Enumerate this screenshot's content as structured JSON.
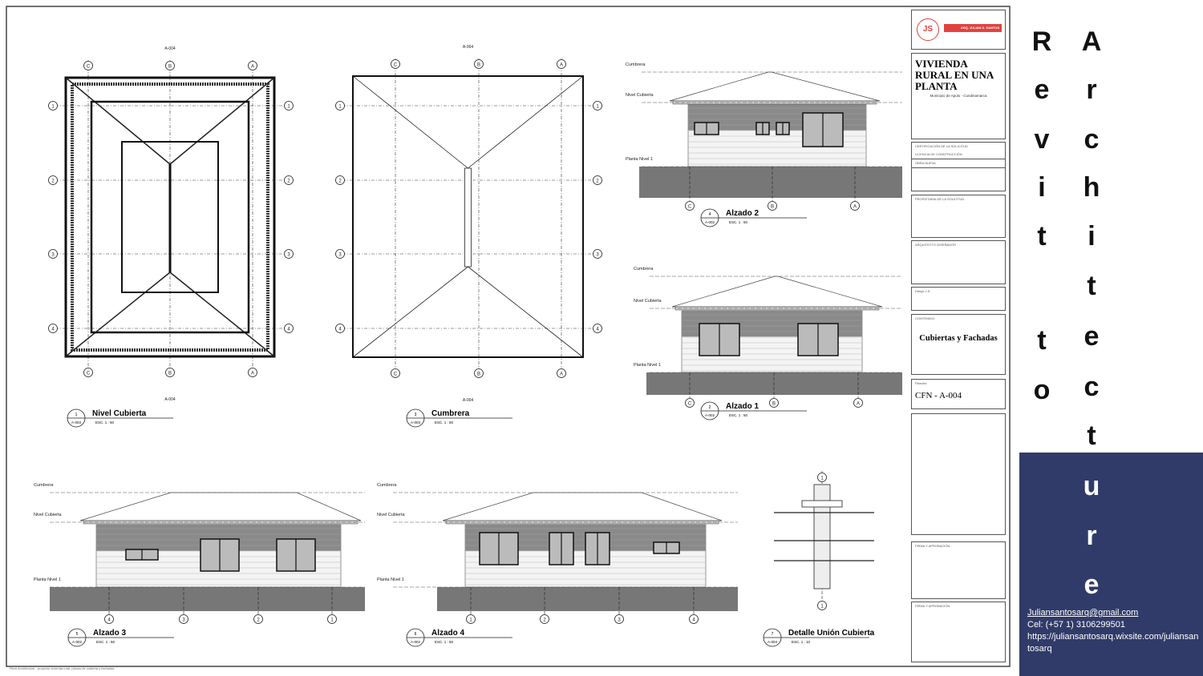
{
  "sheet": {
    "footer_note": "Revit Architecture - proyecto vivienda rural, planos de cubierta y fachadas",
    "views": [
      {
        "id": "nivel-cubierta",
        "title": "Nivel Cubierta",
        "scale": "ESC. 1 : 50",
        "number": "1",
        "sheet_ref": "A-003"
      },
      {
        "id": "cumbrera",
        "title": "Cumbrera",
        "scale": "ESC. 1 : 50",
        "number": "3",
        "sheet_ref": "A-003"
      },
      {
        "id": "alzado-2",
        "title": "Alzado 2",
        "scale": "ESC. 1 : 50",
        "number": "4",
        "sheet_ref": "A-002"
      },
      {
        "id": "alzado-1",
        "title": "Alzado 1",
        "scale": "ESC. 1 : 50",
        "number": "2",
        "sheet_ref": "A-002"
      },
      {
        "id": "alzado-3",
        "title": "Alzado 3",
        "scale": "ESC. 1 : 50",
        "number": "5",
        "sheet_ref": "A-002"
      },
      {
        "id": "alzado-4",
        "title": "Alzado 4",
        "scale": "ESC. 1 : 50",
        "number": "6",
        "sheet_ref": "A-002"
      },
      {
        "id": "detalle",
        "title": "Detalle Unión Cubierta",
        "scale": "ESC. 1 : 10",
        "number": "7",
        "sheet_ref": "A-004"
      }
    ],
    "levels": {
      "ridge": "Cumbrera",
      "roof": "Nivel Cubierta",
      "floor": "Planta Nivel 1"
    },
    "grid_letters": [
      "C",
      "B",
      "A"
    ],
    "grid_numbers": [
      "1",
      "2",
      "3",
      "4"
    ],
    "section_ref": "A-004"
  },
  "title_block": {
    "logo_initials": "JS",
    "firm_name": "ARQ. JULIAN S. SANTOS",
    "project_title": "VIVIENDA RURAL EN UNA PLANTA",
    "location": "Municipio de Apulo - Cundinamarca",
    "certification_header": "CERTIFICACIÓN DE LA SOLICITUD",
    "license_type": "LICENCIA DE CONSTRUCCIÓN",
    "modality": "OBRA NUEVA",
    "owner_header": "PROPIETARIA DE LA SOLICITUD",
    "architect_header": "ARQUITECTO DISEÑADOR",
    "drawn_by_label": "Dibujó",
    "drawn_by": "J.S.",
    "content_header": "CONTENIDO",
    "content": "Cubiertas y Fachadas",
    "sheet_header": "Plancha",
    "sheet_number": "CFN - A-004",
    "signature_header_1": "FIRMA Y APROBACIÓN",
    "signature_header_2": "FIRMA Y APROBACIÓN"
  },
  "banner": {
    "word1": [
      "R",
      "e",
      "v",
      "i",
      "t",
      "t",
      "o"
    ],
    "word2": [
      "A",
      "r",
      "c",
      "h",
      "i",
      "t",
      "e",
      "c",
      "t",
      "u",
      "r",
      "e"
    ],
    "email": "Juliansantosarq@gmail.com",
    "phone": "Cel: (+57 1) 3106299501",
    "website": "https://juliansantosarq.wixsite.com/juliansantosarq",
    "accent_color": "#313b69",
    "logo_color": "#e0433e"
  }
}
